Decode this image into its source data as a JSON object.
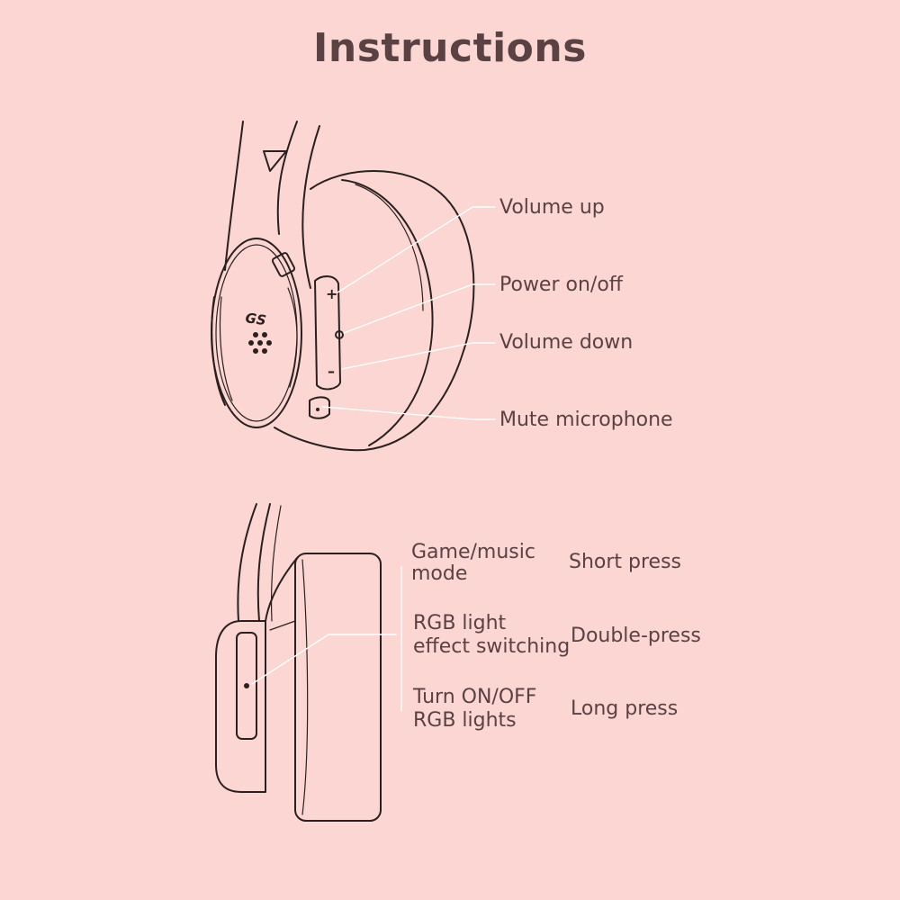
{
  "title": "Instructions",
  "headphone_top": {
    "logo_text": "GS",
    "labels": {
      "volume_up": "Volume up",
      "power": "Power on/off",
      "volume_down": "Volume down",
      "mute": "Mute microphone"
    }
  },
  "headphone_bottom": {
    "rows": [
      {
        "function_line1": "Game/music",
        "function_line2": "mode",
        "press": "Short press"
      },
      {
        "function_line1": "RGB light",
        "function_line2": "effect switching",
        "press": "Double-press"
      },
      {
        "function_line1": "Turn ON/OFF",
        "function_line2": "RGB lights",
        "press": "Long press"
      }
    ]
  },
  "colors": {
    "background": "#fcd6d2",
    "text": "#5a4244",
    "line_art": "#2a2020",
    "leader_lines": "#ffffff"
  }
}
